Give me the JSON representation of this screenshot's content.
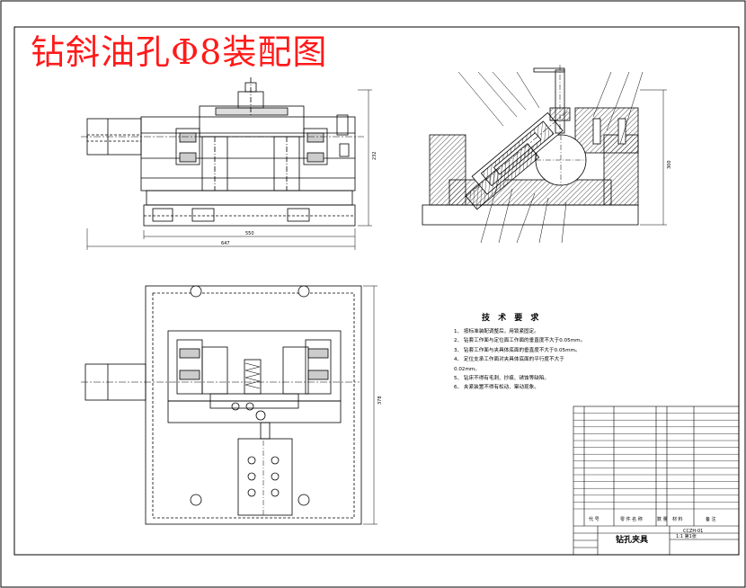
{
  "drawing": {
    "title": "钻斜油孔Φ8装配图",
    "dims": {
      "front_width": "647",
      "front_inner": "550",
      "front_height": "232",
      "side_height": "300",
      "top_height": "378"
    }
  },
  "tech_requirements": {
    "title": "技 术 要 求",
    "items": [
      "1、 按标准装配调整后，用锁紧固定。",
      "2、 钻套工作面与定位面工作面的垂直度不大于0.05mm。",
      "3、 钻套工作面与夹具体底面的垂直度不大于0.05mm。",
      "4、 定位支承工作面对夹具体底面的平行度不大于",
      "0.02mm。",
      "5、 钻床不得有毛刺、抄痕、锈蚀等缺陷。",
      "6、 夹紧装置不得有松动、窜动现象。"
    ]
  },
  "title_block": {
    "name": "钻孔夹具",
    "header": {
      "code": "代 号",
      "name": "零 件 名 称",
      "qty": "数 量",
      "material": "材 料",
      "note": "备 注"
    },
    "mini_code": "CCZH-01",
    "mini_sub": "1:1 第1张"
  }
}
